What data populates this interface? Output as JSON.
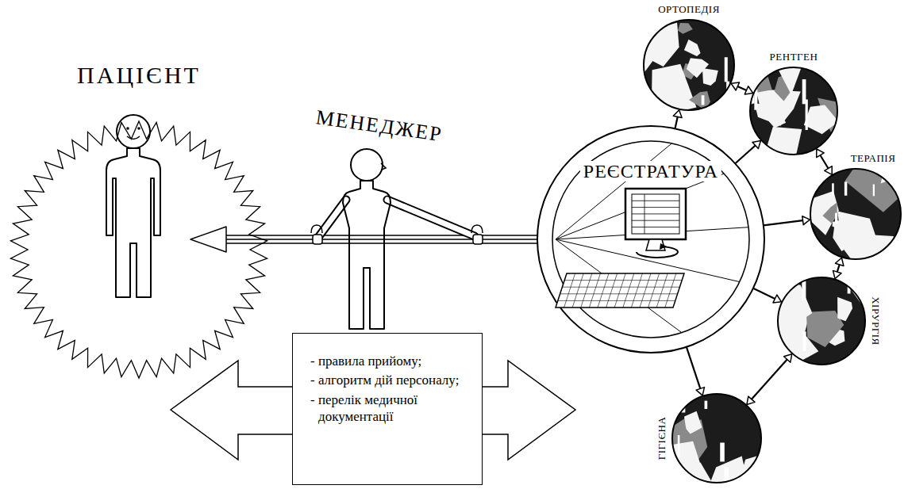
{
  "diagram": {
    "nodes": [
      {
        "text": [
          "ПАЦІЄНТ"
        ]
      },
      {
        "text": [
          "МЕНЕДЖЕР"
        ]
      },
      {
        "text": [
          "- правила прийому;",
          "- алгоритм дій персоналу;",
          "- перелік медичної документації"
        ]
      },
      {
        "text": [
          "РЕЄСТРАТУРА"
        ]
      },
      {
        "text": [
          "ОРТОПЕДІЯ"
        ]
      },
      {
        "text": [
          "РЕНТГЕН"
        ]
      },
      {
        "text": [
          "ТЕРАПІЯ"
        ]
      },
      {
        "text": [
          "ХІРУРГІЯ"
        ]
      },
      {
        "text": [
          "ГІГІЄНА"
        ]
      }
    ],
    "edges": [
      {
        "from": 3,
        "to": 0,
        "arrow": "to"
      },
      {
        "from": 3,
        "to": 4,
        "arrow": "to"
      },
      {
        "from": 3,
        "to": 5,
        "arrow": "to"
      },
      {
        "from": 3,
        "to": 6,
        "arrow": "to"
      },
      {
        "from": 3,
        "to": 7,
        "arrow": "to"
      },
      {
        "from": 3,
        "to": 8,
        "arrow": "to"
      },
      {
        "from": 4,
        "to": 5,
        "arrow": "both"
      },
      {
        "from": 5,
        "to": 6,
        "arrow": "both"
      },
      {
        "from": 6,
        "to": 7,
        "arrow": "both"
      },
      {
        "from": 7,
        "to": 8,
        "arrow": "both"
      }
    ]
  }
}
